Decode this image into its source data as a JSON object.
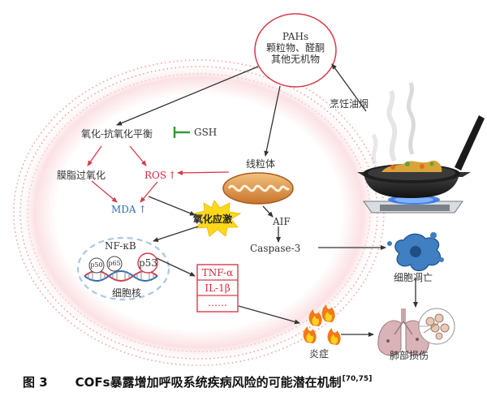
{
  "pahs": {
    "line1": "PAHs",
    "line2": "颗粒物、醛酮",
    "line3": "其他无机物"
  },
  "cooking_fumes": "烹饪油烟",
  "redox_balance": "氧化-抗氧化平衡",
  "gsh": "GSH",
  "lipid_peroxidation": "膜脂过氧化",
  "ros": "ROS",
  "ros_arrow": "↑",
  "mda": "MDA",
  "mda_arrow": "↑",
  "mitochondria": "线粒体",
  "oxidative_stress": "氧化应激",
  "aif": "AIF",
  "caspase": "Caspase-3",
  "nfkb": "NF-κB",
  "p50": "p50",
  "p65": "p65",
  "p53": "p53",
  "nucleus": "细胞核",
  "cytokines": [
    "TNF-α",
    "IL-1β",
    "……"
  ],
  "apoptosis": "细胞凋亡",
  "inflammation": "炎症",
  "lung_injury": "肺部损伤",
  "caption": {
    "fig": "图 3",
    "text": "COFs暴露增加呼吸系统疾病风险的可能潜在机制",
    "ref": "[70,75]"
  },
  "colors": {
    "red_arrow": "#d83a4a",
    "gsh_green": "#2e9c3c",
    "mda_blue": "#2c6fb5",
    "ros_red": "#d42a3a",
    "cell_dots": "#f2a0a8",
    "star": "#ffd81a"
  }
}
